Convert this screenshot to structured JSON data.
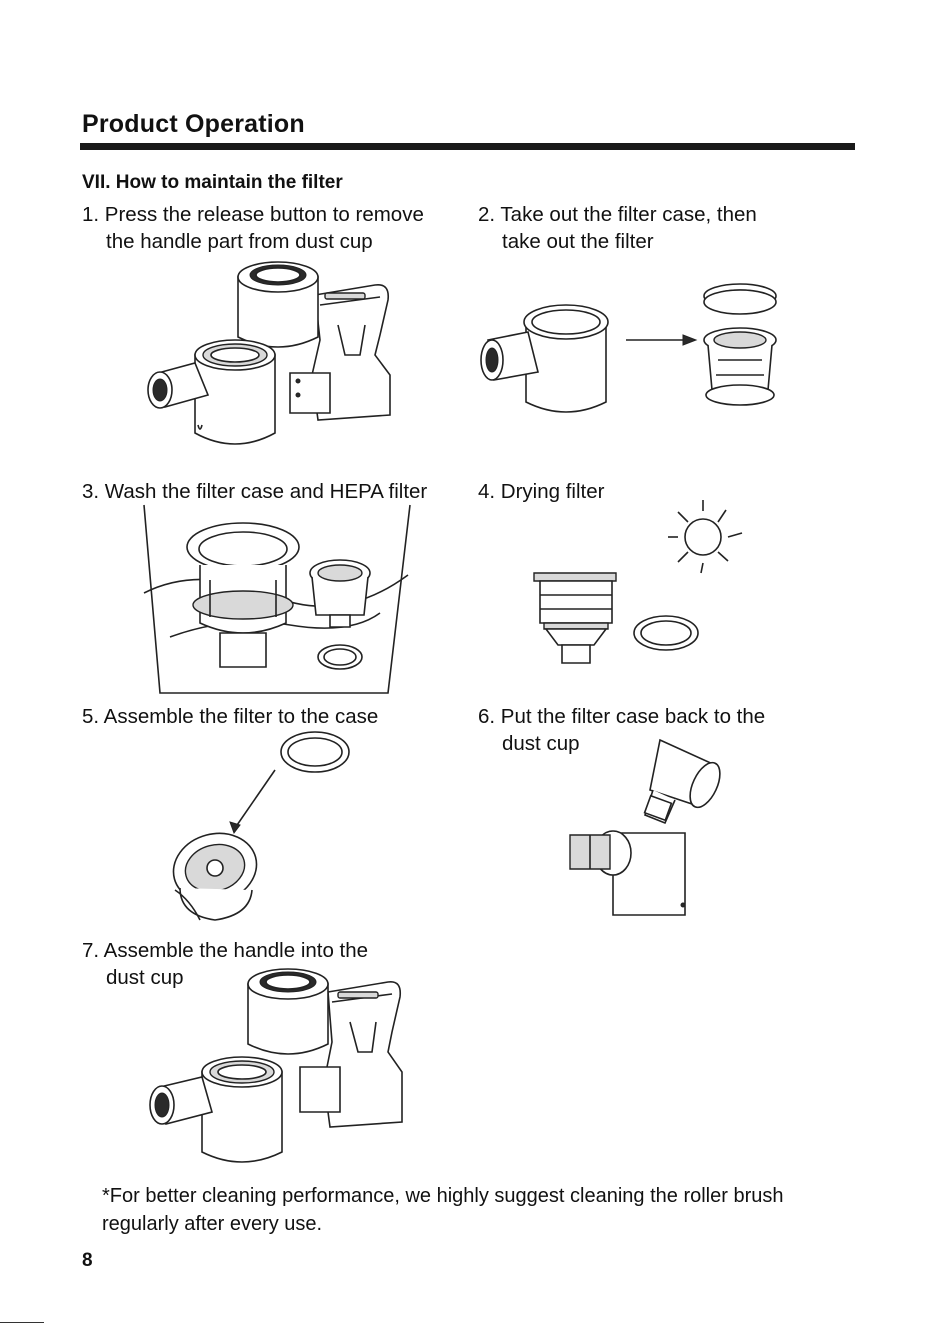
{
  "header": {
    "title": "Product Operation",
    "section": "VII. How to maintain the filter"
  },
  "steps": [
    {
      "line1": "1. Press the release button to remove",
      "line2": "the handle part from dust cup"
    },
    {
      "line1": "2. Take out the filter case, then",
      "line2": "take out the filter"
    },
    {
      "line1": "3. Wash the filter case and HEPA filter",
      "line2": ""
    },
    {
      "line1": "4. Drying filter",
      "line2": ""
    },
    {
      "line1": "5. Assemble the filter to the case",
      "line2": ""
    },
    {
      "line1": "6. Put the filter case back to the",
      "line2": "dust cup"
    },
    {
      "line1": "7. Assemble the handle into the",
      "line2": "dust cup"
    }
  ],
  "note": {
    "line1": "*For better cleaning performance, we highly suggest cleaning the roller brush",
    "line2": "regularly after every use."
  },
  "page_number": "8"
}
